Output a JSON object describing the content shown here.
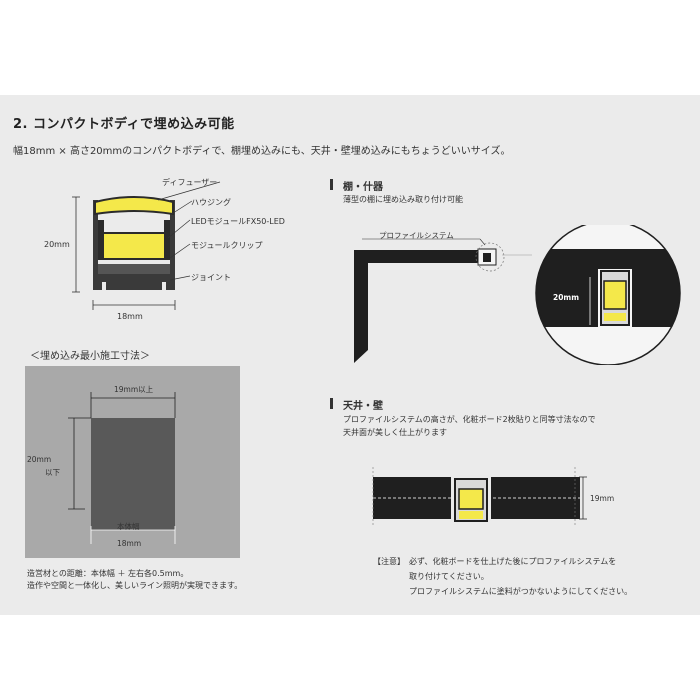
{
  "section": {
    "title": "2. コンパクトボディで埋め込み可能",
    "intro": "幅18mm × 高さ20mmのコンパクトボディで、棚埋め込みにも、天井・壁埋め込みにもちょうどいいサイズ。"
  },
  "profile": {
    "labels": [
      "ディフューザー",
      "ハウジング",
      "LEDモジュールFX50-LED",
      "モジュールクリップ",
      "ジョイント"
    ],
    "height": "20mm",
    "width": "18mm"
  },
  "min_size": {
    "title": "＜埋め込み最小施工寸法＞",
    "width_label": "19mm以上",
    "height_label": "20mm",
    "height_suffix": "以下",
    "body_label": "本体幅",
    "body_width": "18mm",
    "note_line1": "造営材との距離：本体幅 ＋ 左右各0.5mm。",
    "note_line2": "造作や空間と一体化し、美しいライン照明が実現できます。"
  },
  "shelf": {
    "heading": "棚・什器",
    "desc": "薄型の棚に埋め込み取り付け可能",
    "callout": "プロファイルシステム",
    "dim": "20mm"
  },
  "ceiling": {
    "heading": "天井・壁",
    "desc_line1": "プロファイルシステムの高さが、化粧ボード2枚貼りと同等寸法なので",
    "desc_line2": "天井面が美しく仕上がります",
    "dim": "19mm"
  },
  "caution": {
    "tag": "【注意】",
    "line1": "必ず、化粧ボードを仕上げた後にプロファイルシステムを",
    "line2": "取り付けてください。",
    "line3": "プロファイルシステムに塗料がつかないようにしてください。"
  },
  "colors": {
    "panel": "#ebebeb",
    "led": "#f4e84a",
    "profile": "#2b2b2b"
  }
}
